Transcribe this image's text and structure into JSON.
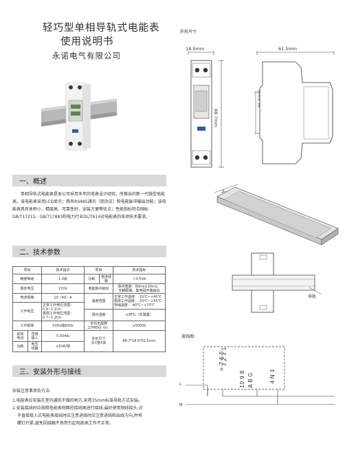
{
  "header": {
    "title_line1": "轻巧型单相导轨式电能表",
    "title_line2": "使用说明书",
    "company": "永诺电气有限公司"
  },
  "sections": {
    "overview": {
      "heading": "一、概述",
      "body": "单相导轨式电能表是本公司采用多年的电表设计经验，所推出的新一代微型电能表。该电能表采用LCD显示；具有RS485通讯（双协议）和电能脉冲输出功能；该电能表具有体积小、精度高、可靠性好、安装方便等优点；性能指标符合国标GB/T17215、GB/T17883和电力行业DL/T614对电能表的各项技术要求。"
    },
    "tech": {
      "heading": "二、技术参数"
    },
    "install": {
      "heading": "三、安装外形与接线",
      "notes_title": "安装注意事项及方法:",
      "note1": "1.电能表应安装在室内通风干燥的地方,采用35mm标准导轨方式安装。",
      "note2": "2.安装接线时应按照电能表侧面的接线图进行接线,最好使用铜线接头,对",
      "note3": "于直接接入式电能表接线时应注意进线时应注意进线和出线方向,并将",
      "note4": "螺钉拧紧,避免因接触不良而引起电能表工作不正常。"
    }
  },
  "spec_table": {
    "h_item": "项目",
    "h_index": "技术指示",
    "h_item2": "项目",
    "h_index2": "技术指标",
    "accuracy_label": "精度等级",
    "accuracy_value": "1.0级",
    "power_label": "功耗",
    "power_sub": "电流线路",
    "power_value": "＜0.5VA",
    "voltage_label": "额定电压",
    "voltage_value": "220V",
    "pulse_label": "电能脉冲输出",
    "pulse_value1": "脉冲宽度：80ms±20ms；",
    "pulse_value2": "光耦隔离，集电极开路输出",
    "current_label": "电流规格",
    "current_value": "10（40）A",
    "temp_label": "温度范围",
    "temp_value1": "正常工作温度：-10℃~+45℃",
    "temp_value2": "极限工作温度：-20℃~+55℃",
    "temp_value3": "存储温度：-40℃~+70℃",
    "workv_label": "工作电压",
    "workv_value1": "正常工作电压范围：",
    "workv_value2": "0.9~1.1Un",
    "workv_value3": "极限工作电压范围：",
    "workv_value4": "0.7~1.2Un",
    "humidity_label": "相对湿度",
    "humidity_value": "≤95%（无凝露）",
    "freq_label": "工作频率",
    "freq_value": "50Hz或60Hz",
    "mtbf_label1": "平均无故障",
    "mtbf_label2": "工作时间（h）",
    "mtbf_value": "≥50000",
    "start_label1": "起动",
    "start_label2": "电流",
    "start_sub1": "直接",
    "start_sub2": "接入",
    "start_value": "0.004Ib",
    "size_label1": "外形尺寸",
    "size_label2": "长X宽X高",
    "size_value": "88.7*18.5*61.5mm",
    "cons_label": "功耗",
    "cons_sub1": "电压",
    "cons_sub2": "线路",
    "cons_value": "≤5VA/相"
  },
  "diagrams": {
    "outline_title": "外形尺寸",
    "dim_width": "18.5mm",
    "dim_depth": "61.5mm",
    "dim_height": "88.7mm",
    "dim_inner": "35.5mm",
    "rail_dim": "35.5mm",
    "rail_label": "导轨",
    "wiring_title": "接线图:",
    "wire_L": "L",
    "wire_N": "N",
    "term_pins_a": "1 2 1 1",
    "term_pins_b": "+ 7 6 5",
    "term_pins_c": "10 9 8",
    "term_pins_d": "A B G",
    "term_pins_e": "4 N 3",
    "term_minus": "-"
  }
}
